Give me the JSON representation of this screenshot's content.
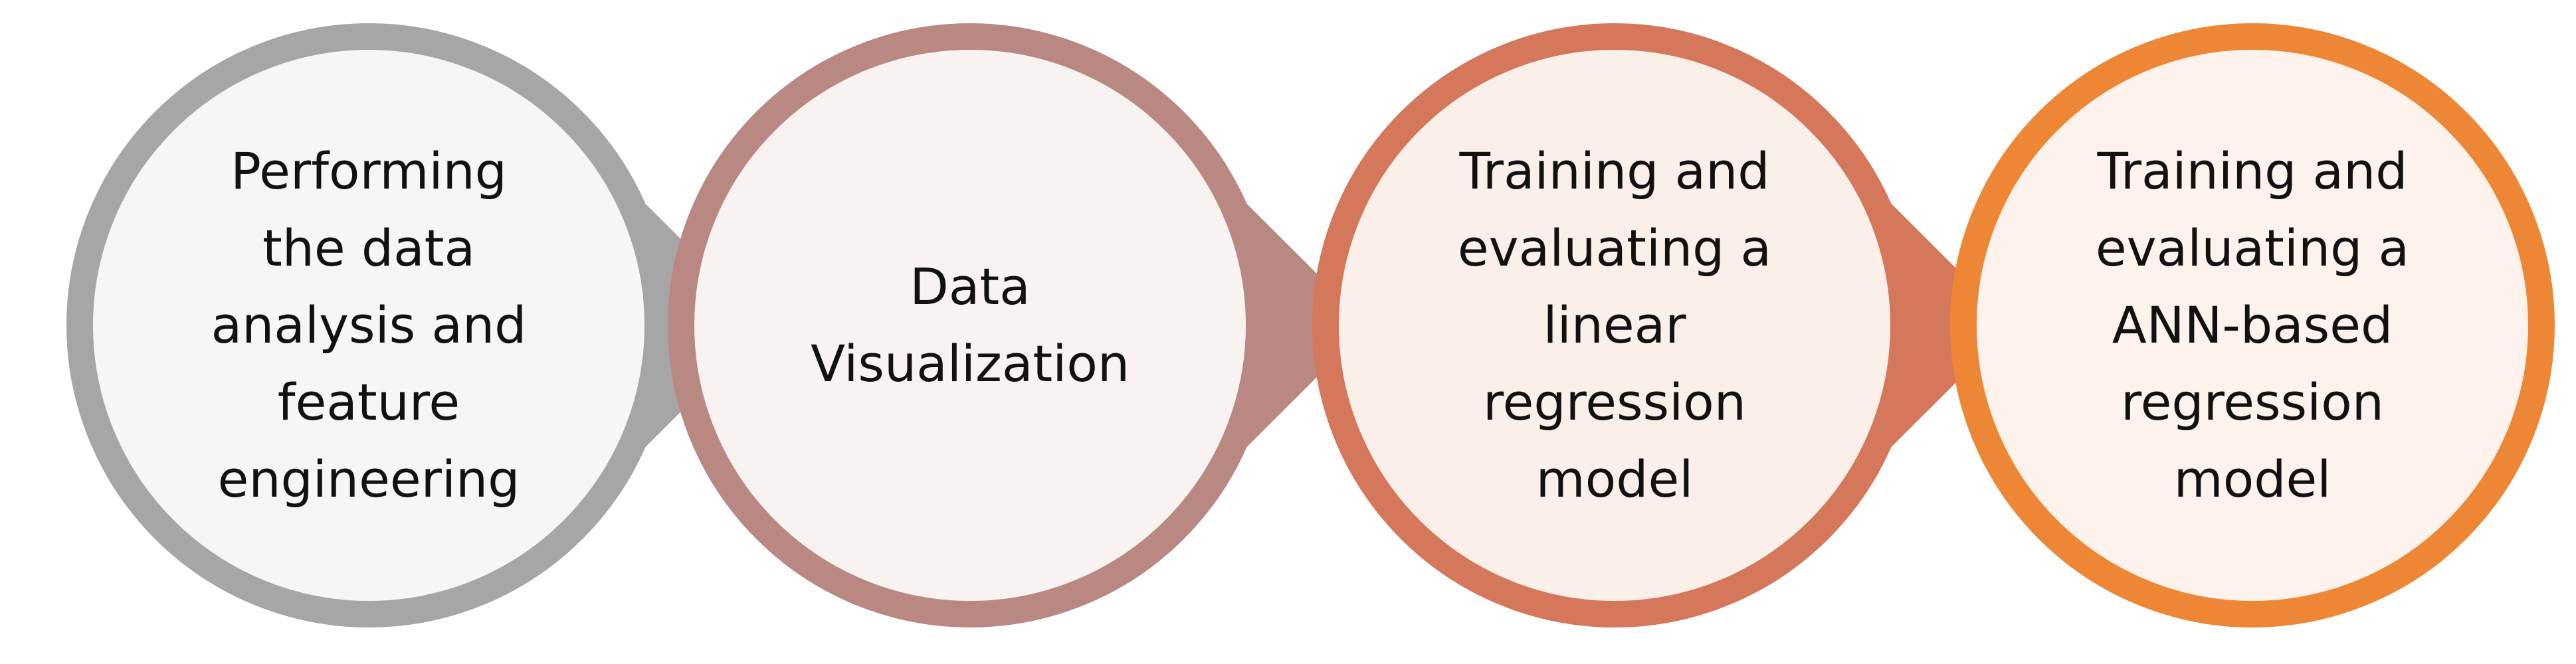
{
  "steps": [
    {
      "lines": [
        "Performing",
        "the data",
        "analysis and",
        "feature",
        "engineering"
      ],
      "ring_color": "#a6a6a6",
      "fill_color": "#f6f6f6"
    },
    {
      "lines": [
        "Data",
        "Visualization"
      ],
      "ring_color": "#b98882",
      "fill_color": "#f8f2f1"
    },
    {
      "lines": [
        "Training and",
        "evaluating a",
        "linear",
        "regression",
        "model"
      ],
      "ring_color": "#d5775a",
      "fill_color": "#fbefe9"
    },
    {
      "lines": [
        "Training and",
        "evaluating a",
        "ANN-based",
        "regression",
        "model"
      ],
      "ring_color": "#ee8735",
      "fill_color": "#fdf3ec"
    }
  ]
}
